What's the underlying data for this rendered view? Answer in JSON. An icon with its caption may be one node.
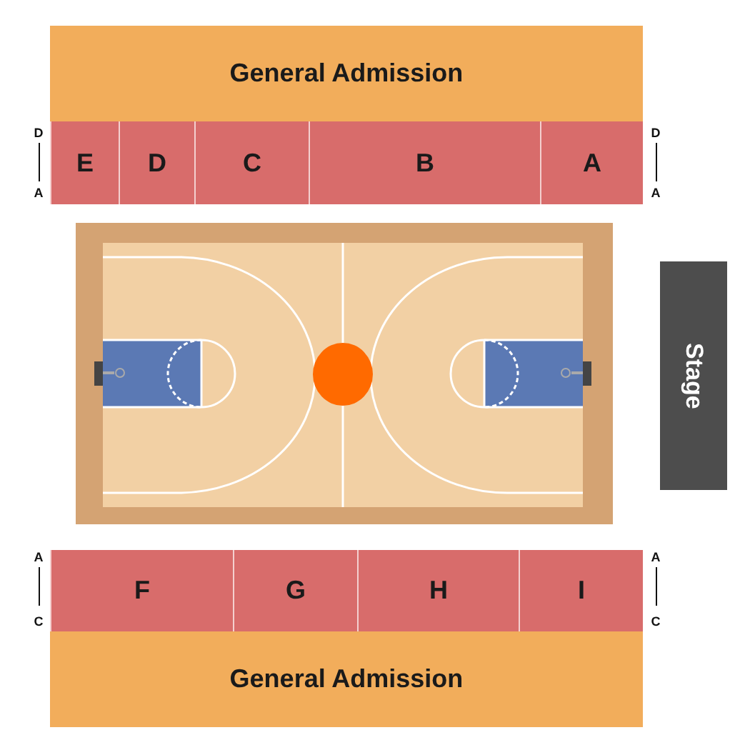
{
  "diagram": {
    "nodes": [
      {
        "text": [
          "General Admission"
        ]
      },
      {
        "text": [
          "E"
        ]
      },
      {
        "text": [
          "D"
        ]
      },
      {
        "text": [
          "C"
        ]
      },
      {
        "text": [
          "B"
        ]
      },
      {
        "text": [
          "A"
        ]
      },
      {
        "text": [
          "Stage"
        ]
      },
      {
        "text": [
          "F"
        ]
      },
      {
        "text": [
          "G"
        ]
      },
      {
        "text": [
          "H"
        ]
      },
      {
        "text": [
          "I"
        ]
      },
      {
        "text": [
          "General Admission"
        ]
      }
    ],
    "labels": [
      "D",
      "A",
      "D",
      "A",
      "A",
      "C",
      "A",
      "C"
    ]
  }
}
